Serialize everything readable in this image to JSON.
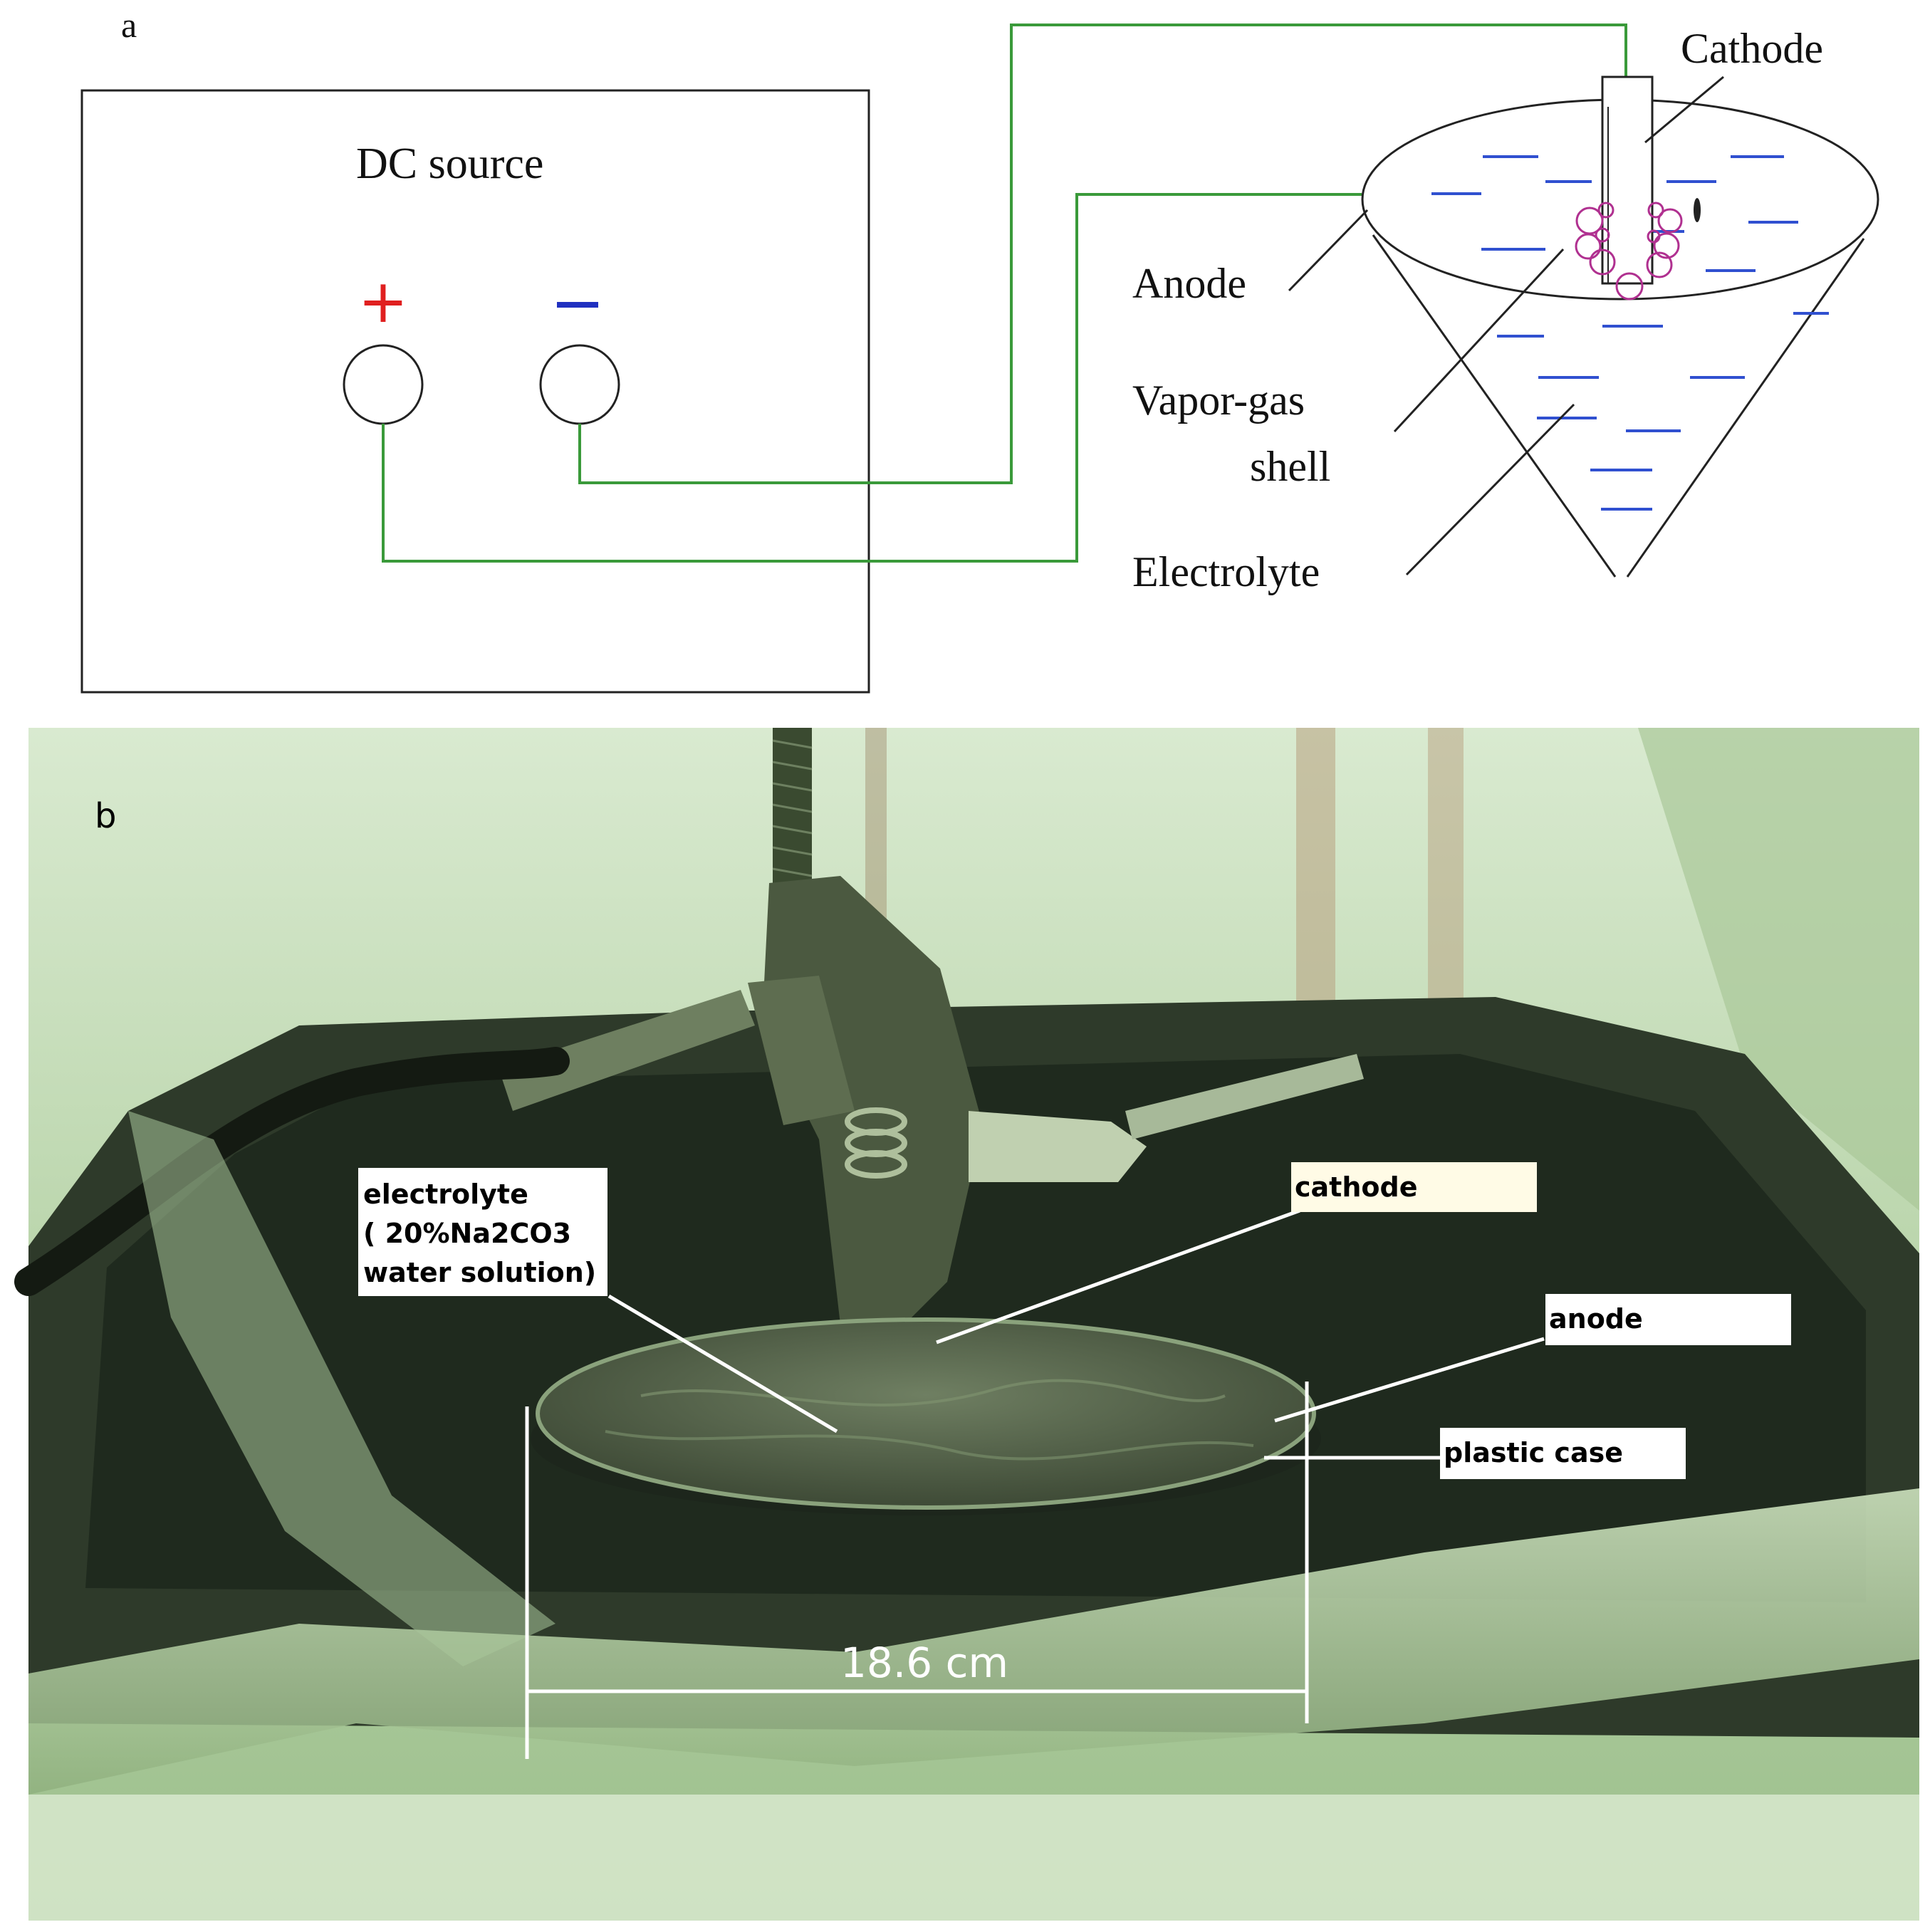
{
  "panel_a": {
    "label": "a",
    "source_title": "DC source",
    "plus_sign": "+",
    "minus_sign": "−",
    "labels": {
      "cathode": "Cathode",
      "anode": "Anode",
      "vapor_gas_line1": "Vapor-gas",
      "vapor_gas_line2": "shell",
      "electrolyte": "Electrolyte"
    },
    "colors": {
      "wire": "#3a9a3a",
      "plus": "#e02020",
      "minus": "#2030c0",
      "liquid": "#3050d0",
      "bubbles": "#b03090",
      "outline": "#222222"
    }
  },
  "panel_b": {
    "label": "b",
    "callouts": {
      "electrolyte_line1": "electrolyte",
      "electrolyte_line2": "( 20%Na2CO3",
      "electrolyte_line3": "water solution)",
      "cathode": "cathode",
      "anode": "anode",
      "plastic_case": "plastic case"
    },
    "measurement": "18.6 cm",
    "colors": {
      "photo_tint": "#c8e0b8",
      "callout_bg": "#ffffff",
      "cathode_callout_bg": "#fffbe6"
    }
  }
}
